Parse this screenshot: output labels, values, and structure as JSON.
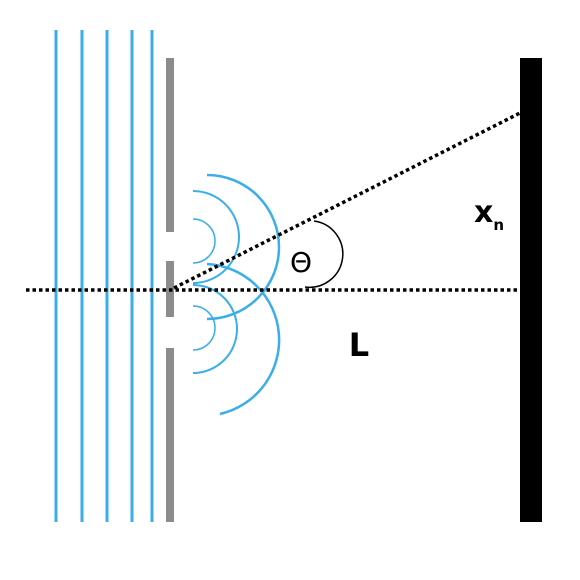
{
  "labels": {
    "angle": "Θ",
    "distance": "L",
    "position_main": "x",
    "position_sub": "n"
  },
  "colors": {
    "wave": "#3aaee8",
    "barrier": "#8c8c8c",
    "screen": "#000000",
    "lines": "#000000",
    "background": "#ffffff"
  }
}
